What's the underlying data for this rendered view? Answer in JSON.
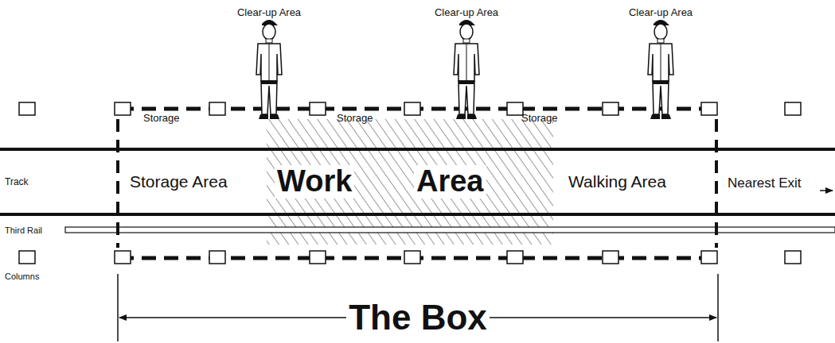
{
  "diagram": {
    "labels": [
      "Clear-up Area",
      "Clear-up Area",
      "Clear-up Area",
      "Storage",
      "Storage",
      "Storage",
      "Track",
      "Storage Area",
      "Work",
      "Area",
      "Walking Area",
      "Nearest Exit",
      "Third Rail",
      "Columns",
      "The Box"
    ]
  }
}
